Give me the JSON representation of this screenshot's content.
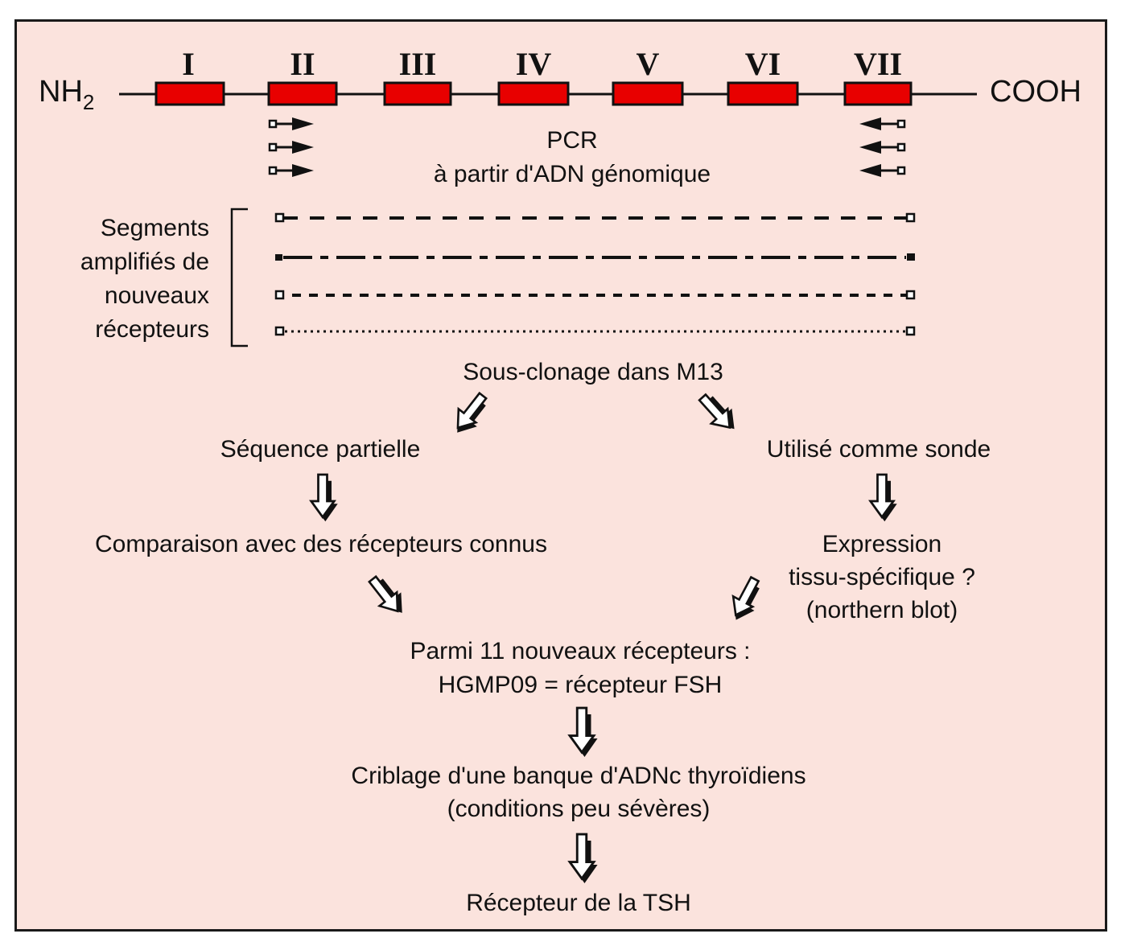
{
  "protein": {
    "n_terminus": "NH",
    "n_terminus_sub": "2",
    "c_terminus": "COOH",
    "domains": [
      "I",
      "II",
      "III",
      "IV",
      "V",
      "VI",
      "VII"
    ],
    "domain_color": "#e80000"
  },
  "pcr": {
    "line1": "PCR",
    "line2": "à partir d'ADN génomique",
    "forward_primers": 3,
    "reverse_primers": 3
  },
  "segments": {
    "label_lines": [
      "Segments",
      "amplifiés de",
      "nouveaux",
      "récepteurs"
    ],
    "styles": [
      "long-dash",
      "dash-dot",
      "short-dash",
      "dotted"
    ]
  },
  "flow": {
    "subcloning": "Sous-clonage dans M13",
    "left_branch": {
      "step1": "Séquence partielle",
      "step2": "Comparaison avec des récepteurs connus"
    },
    "right_branch": {
      "step1": "Utilisé comme sonde",
      "step2_lines": [
        "Expression",
        "tissu-spécifique ?",
        "(northern blot)"
      ]
    },
    "result_lines": [
      "Parmi 11 nouveaux récepteurs :",
      "HGMP09 = récepteur FSH"
    ],
    "screening_lines": [
      "Criblage d'une banque d'ADNc thyroïdiens",
      "(conditions peu sévères)"
    ],
    "final": "Récepteur de la TSH"
  },
  "colors": {
    "background": "#fbe3dd",
    "domain_fill": "#e80000",
    "ink": "#111111"
  }
}
